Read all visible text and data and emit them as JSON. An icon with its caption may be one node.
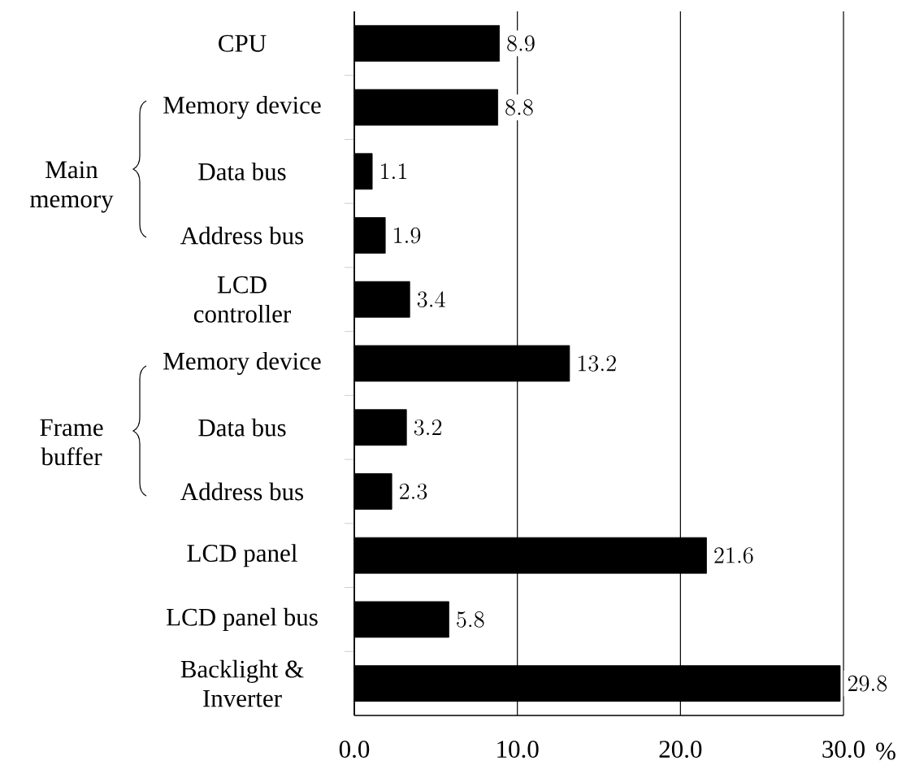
{
  "diagram": {
    "labels": [
      "Main memory",
      "Frame buffer"
    ],
    "chart_data": {
      "type": "bar",
      "orientation": "horizontal",
      "xlabel": "%",
      "categories": [
        "CPU",
        "Memory device",
        "Data bus",
        "Address bus",
        "LCD controller",
        "Memory device",
        "Data bus",
        "Address bus",
        "LCD panel",
        "LCD panel bus",
        "Backlight & Inverter"
      ],
      "series": [
        {
          "color": "#000000",
          "values": [
            8.9,
            8.8,
            1.1,
            1.9,
            3.4,
            13.2,
            3.2,
            2.3,
            21.6,
            5.8,
            29.8
          ]
        }
      ],
      "xlim": [
        0,
        30
      ],
      "xticks": [
        {
          "value": 0,
          "label": "0.0"
        },
        {
          "value": 10,
          "label": "10.0"
        },
        {
          "value": 20,
          "label": "20.0"
        },
        {
          "value": 30,
          "label": "30.0"
        }
      ],
      "data_labels": true
    }
  }
}
